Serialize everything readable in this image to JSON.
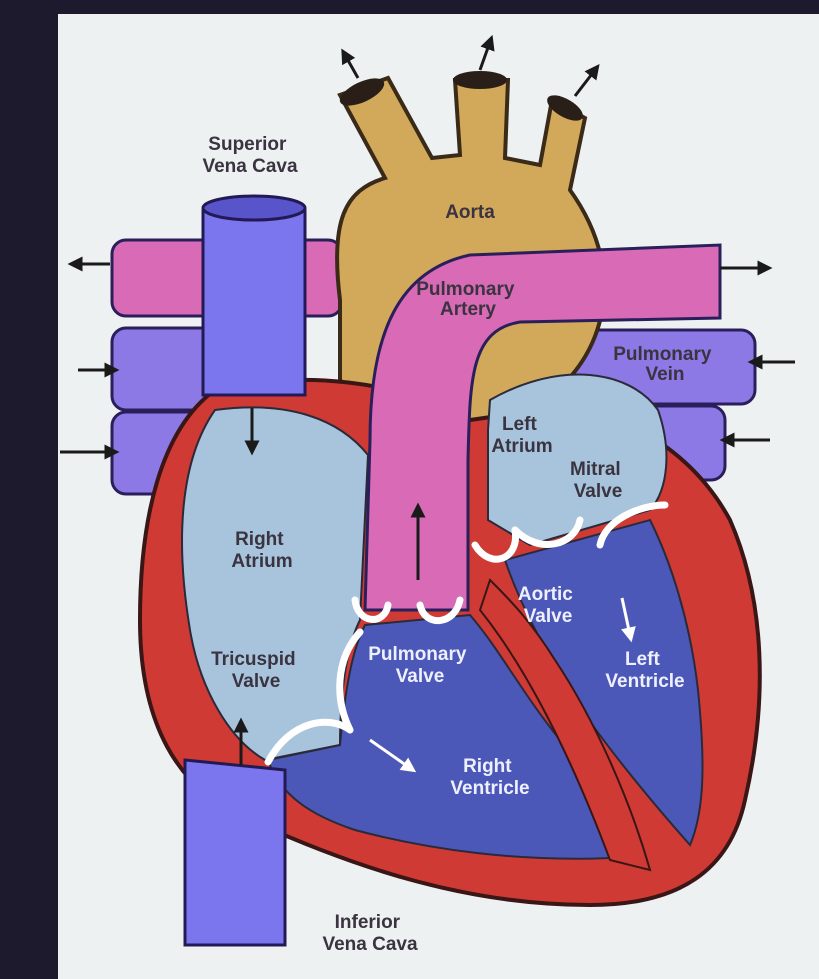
{
  "colors": {
    "background": "#1c1a2c",
    "panel": "#eef1f2",
    "vena_cava": "#7b76ee",
    "pulmonary_artery": "#d86ab6",
    "pulmonary_vein": "#8c79e6",
    "aorta": "#d2a85b",
    "atrium": "#a8c4dc",
    "ventricle": "#4c58b8",
    "heart_wall": "#cf3b34",
    "valve": "#ffffff"
  },
  "labels": {
    "superior_vena_cava": [
      "Superior",
      "Vena Cava"
    ],
    "aorta": [
      "Aorta"
    ],
    "pulmonary_artery": [
      "Pulmonary",
      "Artery"
    ],
    "pulmonary_vein": [
      "Pulmonary",
      "Vein"
    ],
    "left_atrium": [
      "Left",
      "Atrium"
    ],
    "mitral_valve": [
      "Mitral",
      "Valve"
    ],
    "right_atrium": [
      "Right",
      "Atrium"
    ],
    "aortic_valve": [
      "Aortic",
      "Valve"
    ],
    "tricuspid_valve": [
      "Tricuspid",
      "Valve"
    ],
    "pulmonary_valve": [
      "Pulmonary",
      "Valve"
    ],
    "left_ventricle": [
      "Left",
      "Ventricle"
    ],
    "right_ventricle": [
      "Right",
      "Ventricle"
    ],
    "inferior_vena_cava": [
      "Inferior",
      "Vena Cava"
    ]
  },
  "icons": {
    "flow_arrow": "flow-arrow-icon"
  }
}
